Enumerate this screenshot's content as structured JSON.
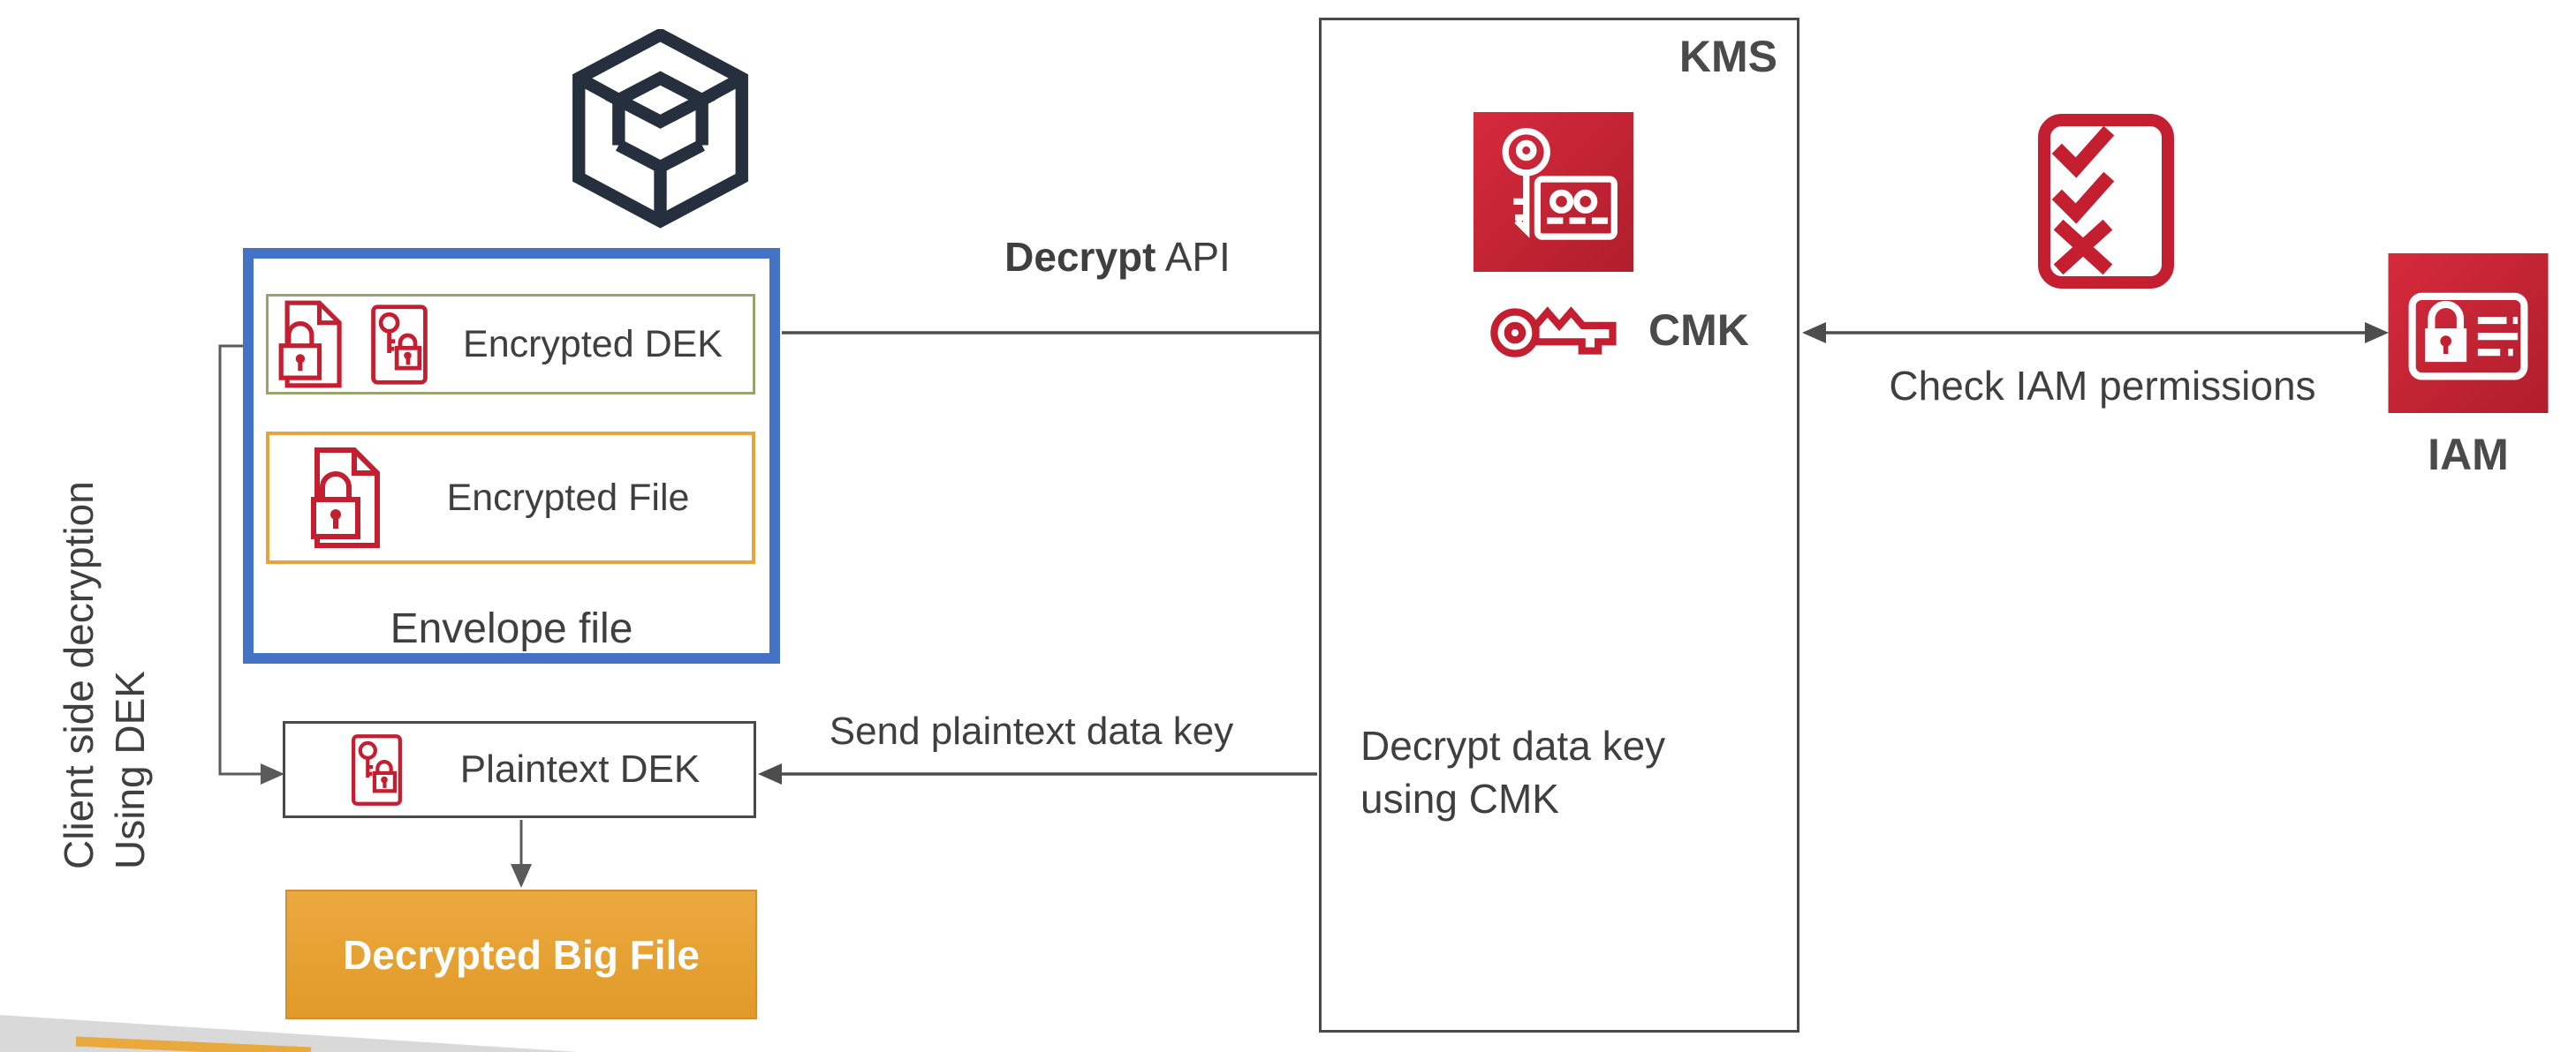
{
  "colors": {
    "accent_blue": "#4472C4",
    "accent_green": "#97A46E",
    "accent_orange": "#E8A33D",
    "accent_red": "#C41E31",
    "arrow_gray": "#4D4D4D",
    "text_dark": "#3F3F3F",
    "cube_navy": "#252F3E",
    "big_file_fill": "#E8A23C",
    "wedge_gray": "#D9D9D9"
  },
  "left_label": {
    "line1": "Client side decryption",
    "line2": "Using DEK"
  },
  "cube_icon": "aws-cube-icon",
  "envelope": {
    "title": "Envelope file",
    "rows": [
      {
        "label": "Encrypted DEK",
        "icons": [
          "document-lock-icon",
          "key-card-icon"
        ]
      },
      {
        "label": "Encrypted File",
        "icons": [
          "document-lock-icon"
        ]
      }
    ]
  },
  "plaintext_box": {
    "label": "Plaintext DEK",
    "icon": "key-card-icon"
  },
  "decrypted_box": {
    "label": "Decrypted Big File"
  },
  "kms": {
    "title": "KMS",
    "icon": "kms-key-card-icon",
    "cmk_icon": "cmk-key-icon",
    "cmk_label": "CMK",
    "note_line1": "Decrypt data key",
    "note_line2": "using CMK"
  },
  "iam": {
    "title": "IAM",
    "icon": "iam-id-card-icon",
    "checklist_icon": "checklist-icon",
    "check_label": "Check IAM permissions"
  },
  "arrows": {
    "decrypt_api_bold": "Decrypt",
    "decrypt_api_rest": " API",
    "send_label": "Send plaintext data key"
  }
}
